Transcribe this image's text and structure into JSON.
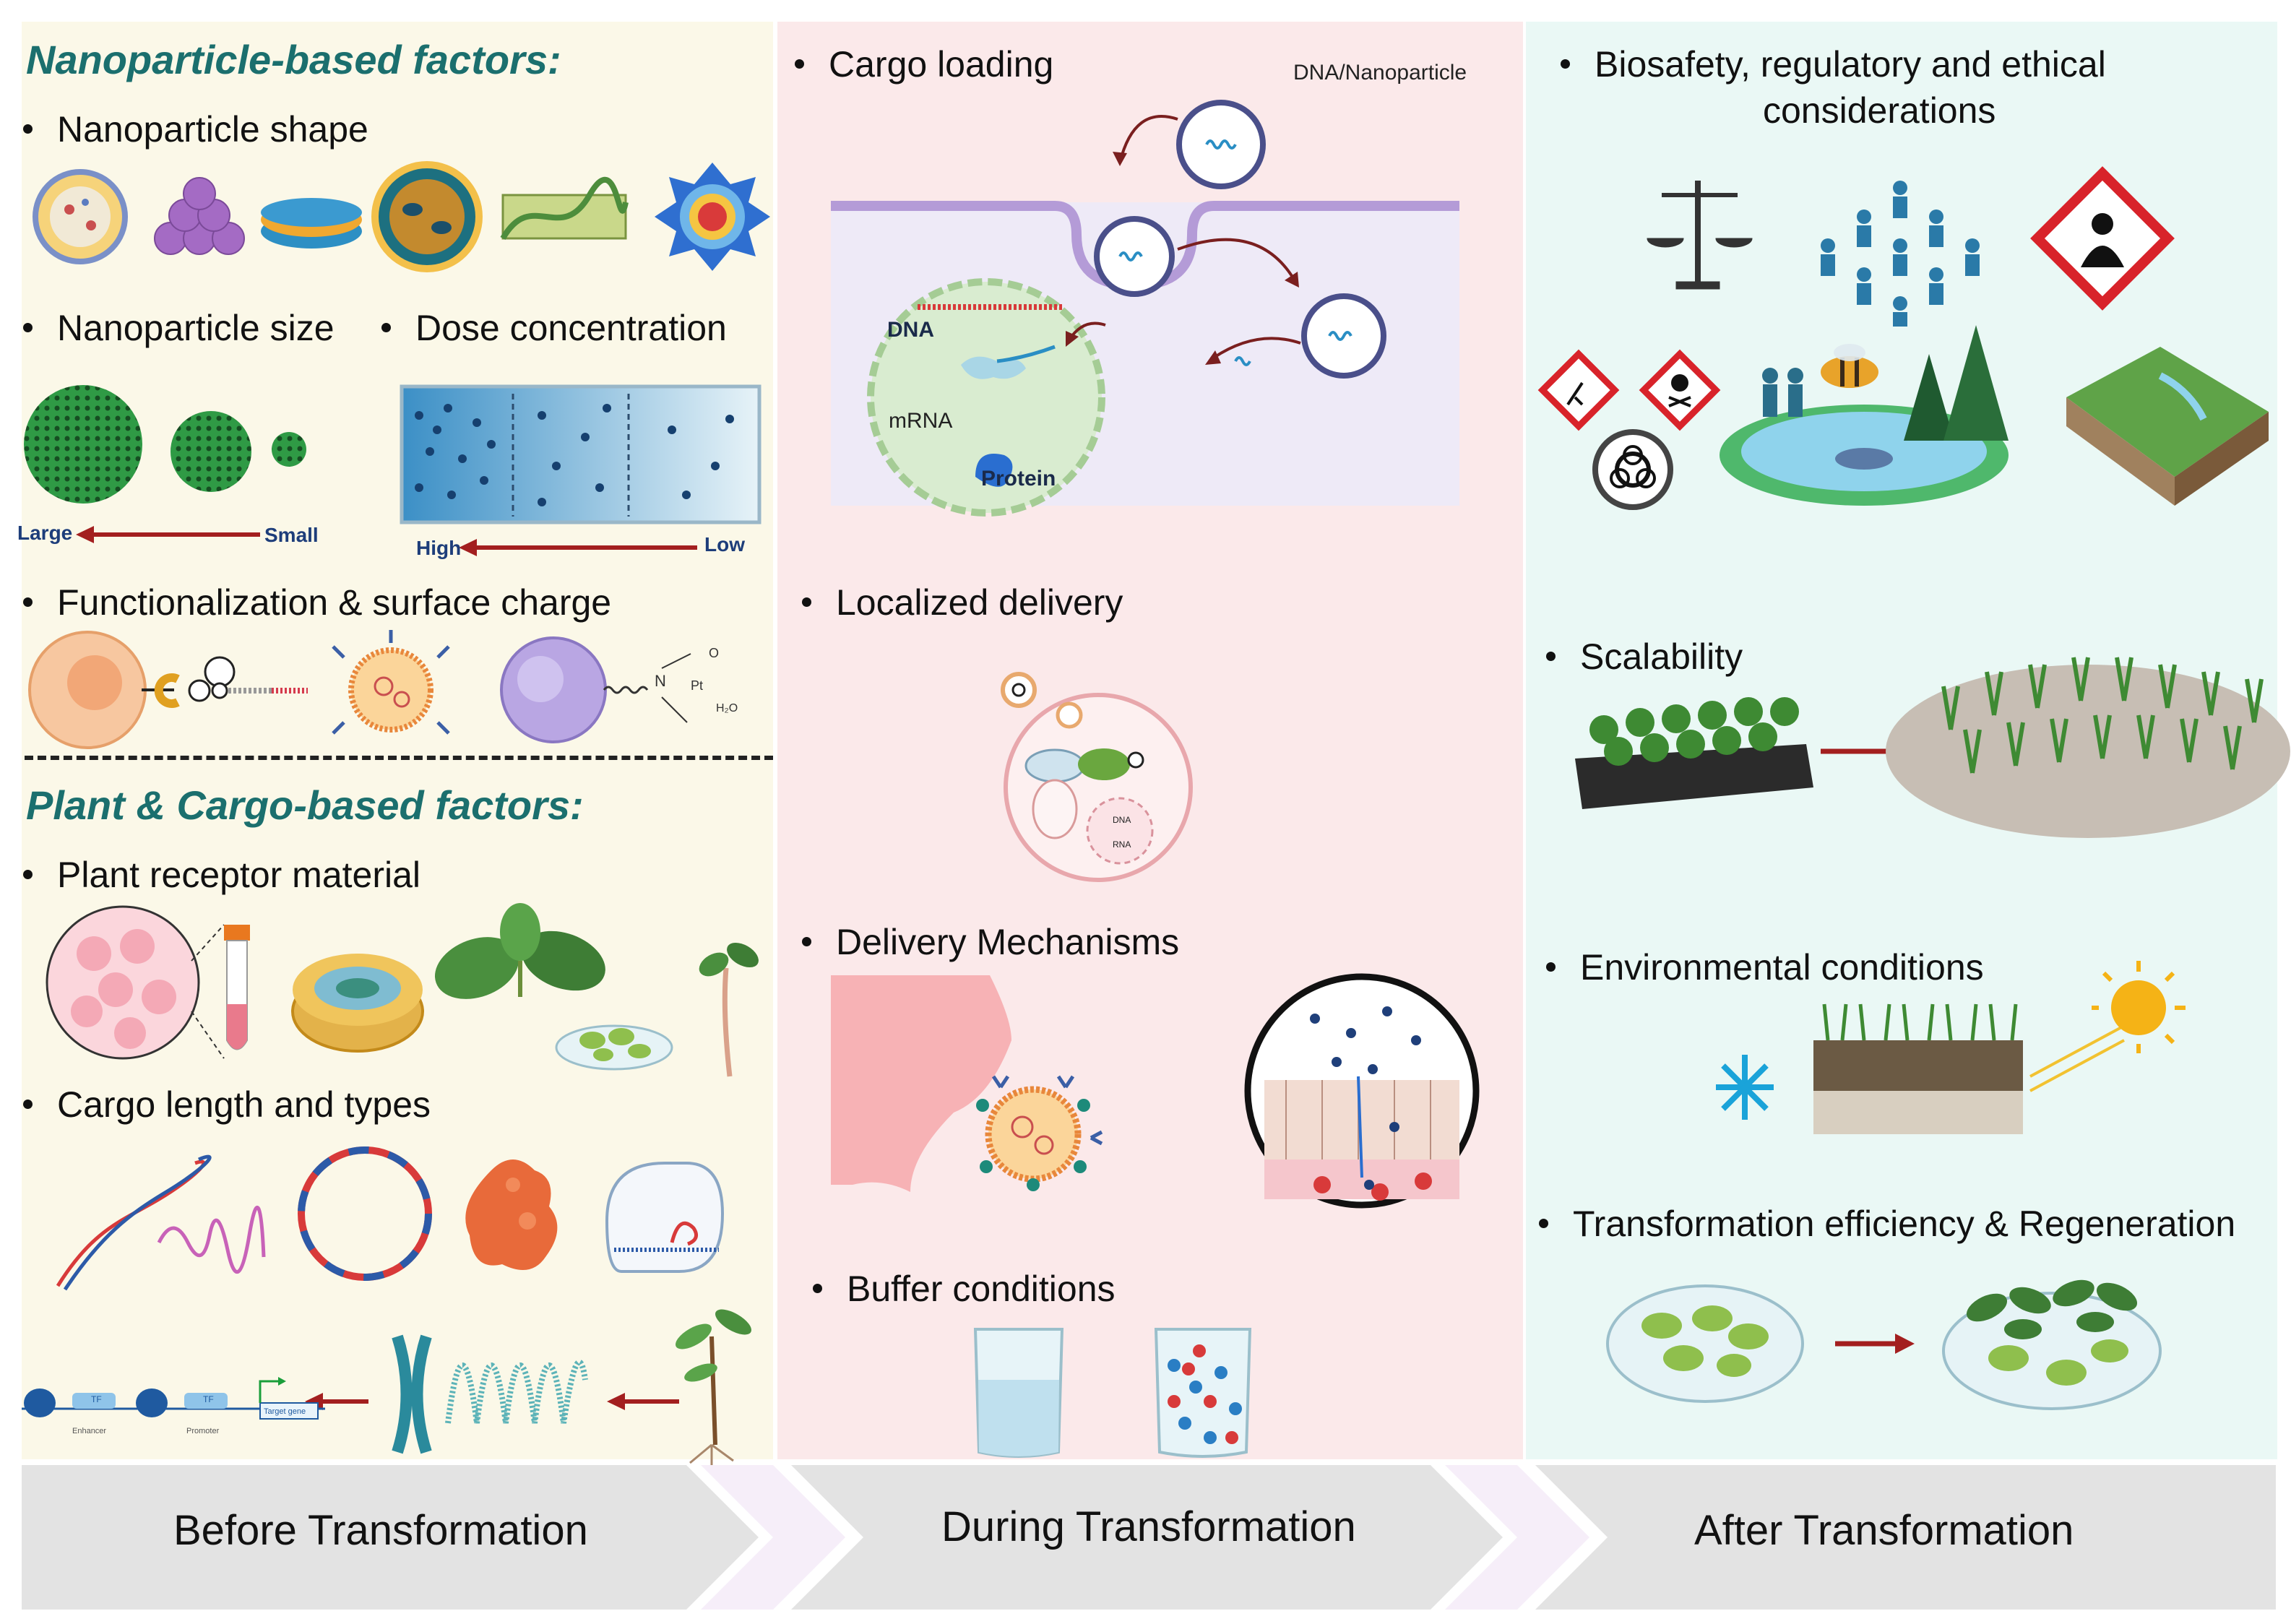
{
  "before": {
    "heading_nano": "Nanoparticle-based factors:",
    "bullet_shape": "Nanoparticle shape",
    "bullet_size": "Nanoparticle size",
    "bullet_dose": "Dose concentration",
    "size_large": "Large",
    "size_small": "Small",
    "dose_high": "High",
    "dose_low": "Low",
    "bullet_functionalization": "Functionalization &  surface charge",
    "heading_plant": "Plant & Cargo-based factors:",
    "bullet_receptor": "Plant receptor material",
    "bullet_cargo": "Cargo length and types",
    "gene_tf1": "TF",
    "gene_tf2": "TF",
    "gene_enhancer": "Enhancer",
    "gene_promoter": "Promoter",
    "gene_target": "Target gene"
  },
  "during": {
    "bullet_cargo_loading": "Cargo loading",
    "label_dna_np": "DNA/Nanoparticle",
    "label_dna": "DNA",
    "label_mrna": "mRNA",
    "label_protein": "Protein",
    "bullet_localized": "Localized delivery",
    "label_dna_small": "DNA",
    "label_rna_small": "RNA",
    "bullet_mechanisms": "Delivery Mechanisms",
    "bullet_buffer": "Buffer conditions"
  },
  "after": {
    "bullet_biosafety_line1": "Biosafety, regulatory and ethical",
    "bullet_biosafety_line2": "considerations",
    "bullet_scalability": "Scalability",
    "bullet_environmental": "Environmental conditions",
    "bullet_transformation": "Transformation efficiency & Regeneration"
  },
  "phases": {
    "before": "Before Transformation",
    "during": "During Transformation",
    "after": "After Transformation"
  },
  "colors": {
    "before_bg": "#fbf8e8",
    "during_bg": "#fbe9ea",
    "after_bg": "#eaf8f5",
    "heading": "#1b6f6e",
    "arrow_red": "#a31f1f",
    "phase_bar": "#e3e3e3"
  },
  "icons": [
    "nanoparticle-sphere-icon",
    "nanoparticle-cluster-icon",
    "nanodisk-icon",
    "nanocapsule-icon",
    "nanotube-icon",
    "star-nanoparticle-icon",
    "scales-icon",
    "people-network-icon",
    "health-hazard-icon",
    "environment-hazard-icon",
    "toxic-icon",
    "biohazard-icon",
    "people-icon",
    "bee-icon",
    "trees-icon",
    "pond-icon",
    "terrain-icon",
    "seedling-tray-icon",
    "grass-field-icon",
    "snowflake-icon",
    "sun-icon",
    "petri-dish-icon"
  ]
}
